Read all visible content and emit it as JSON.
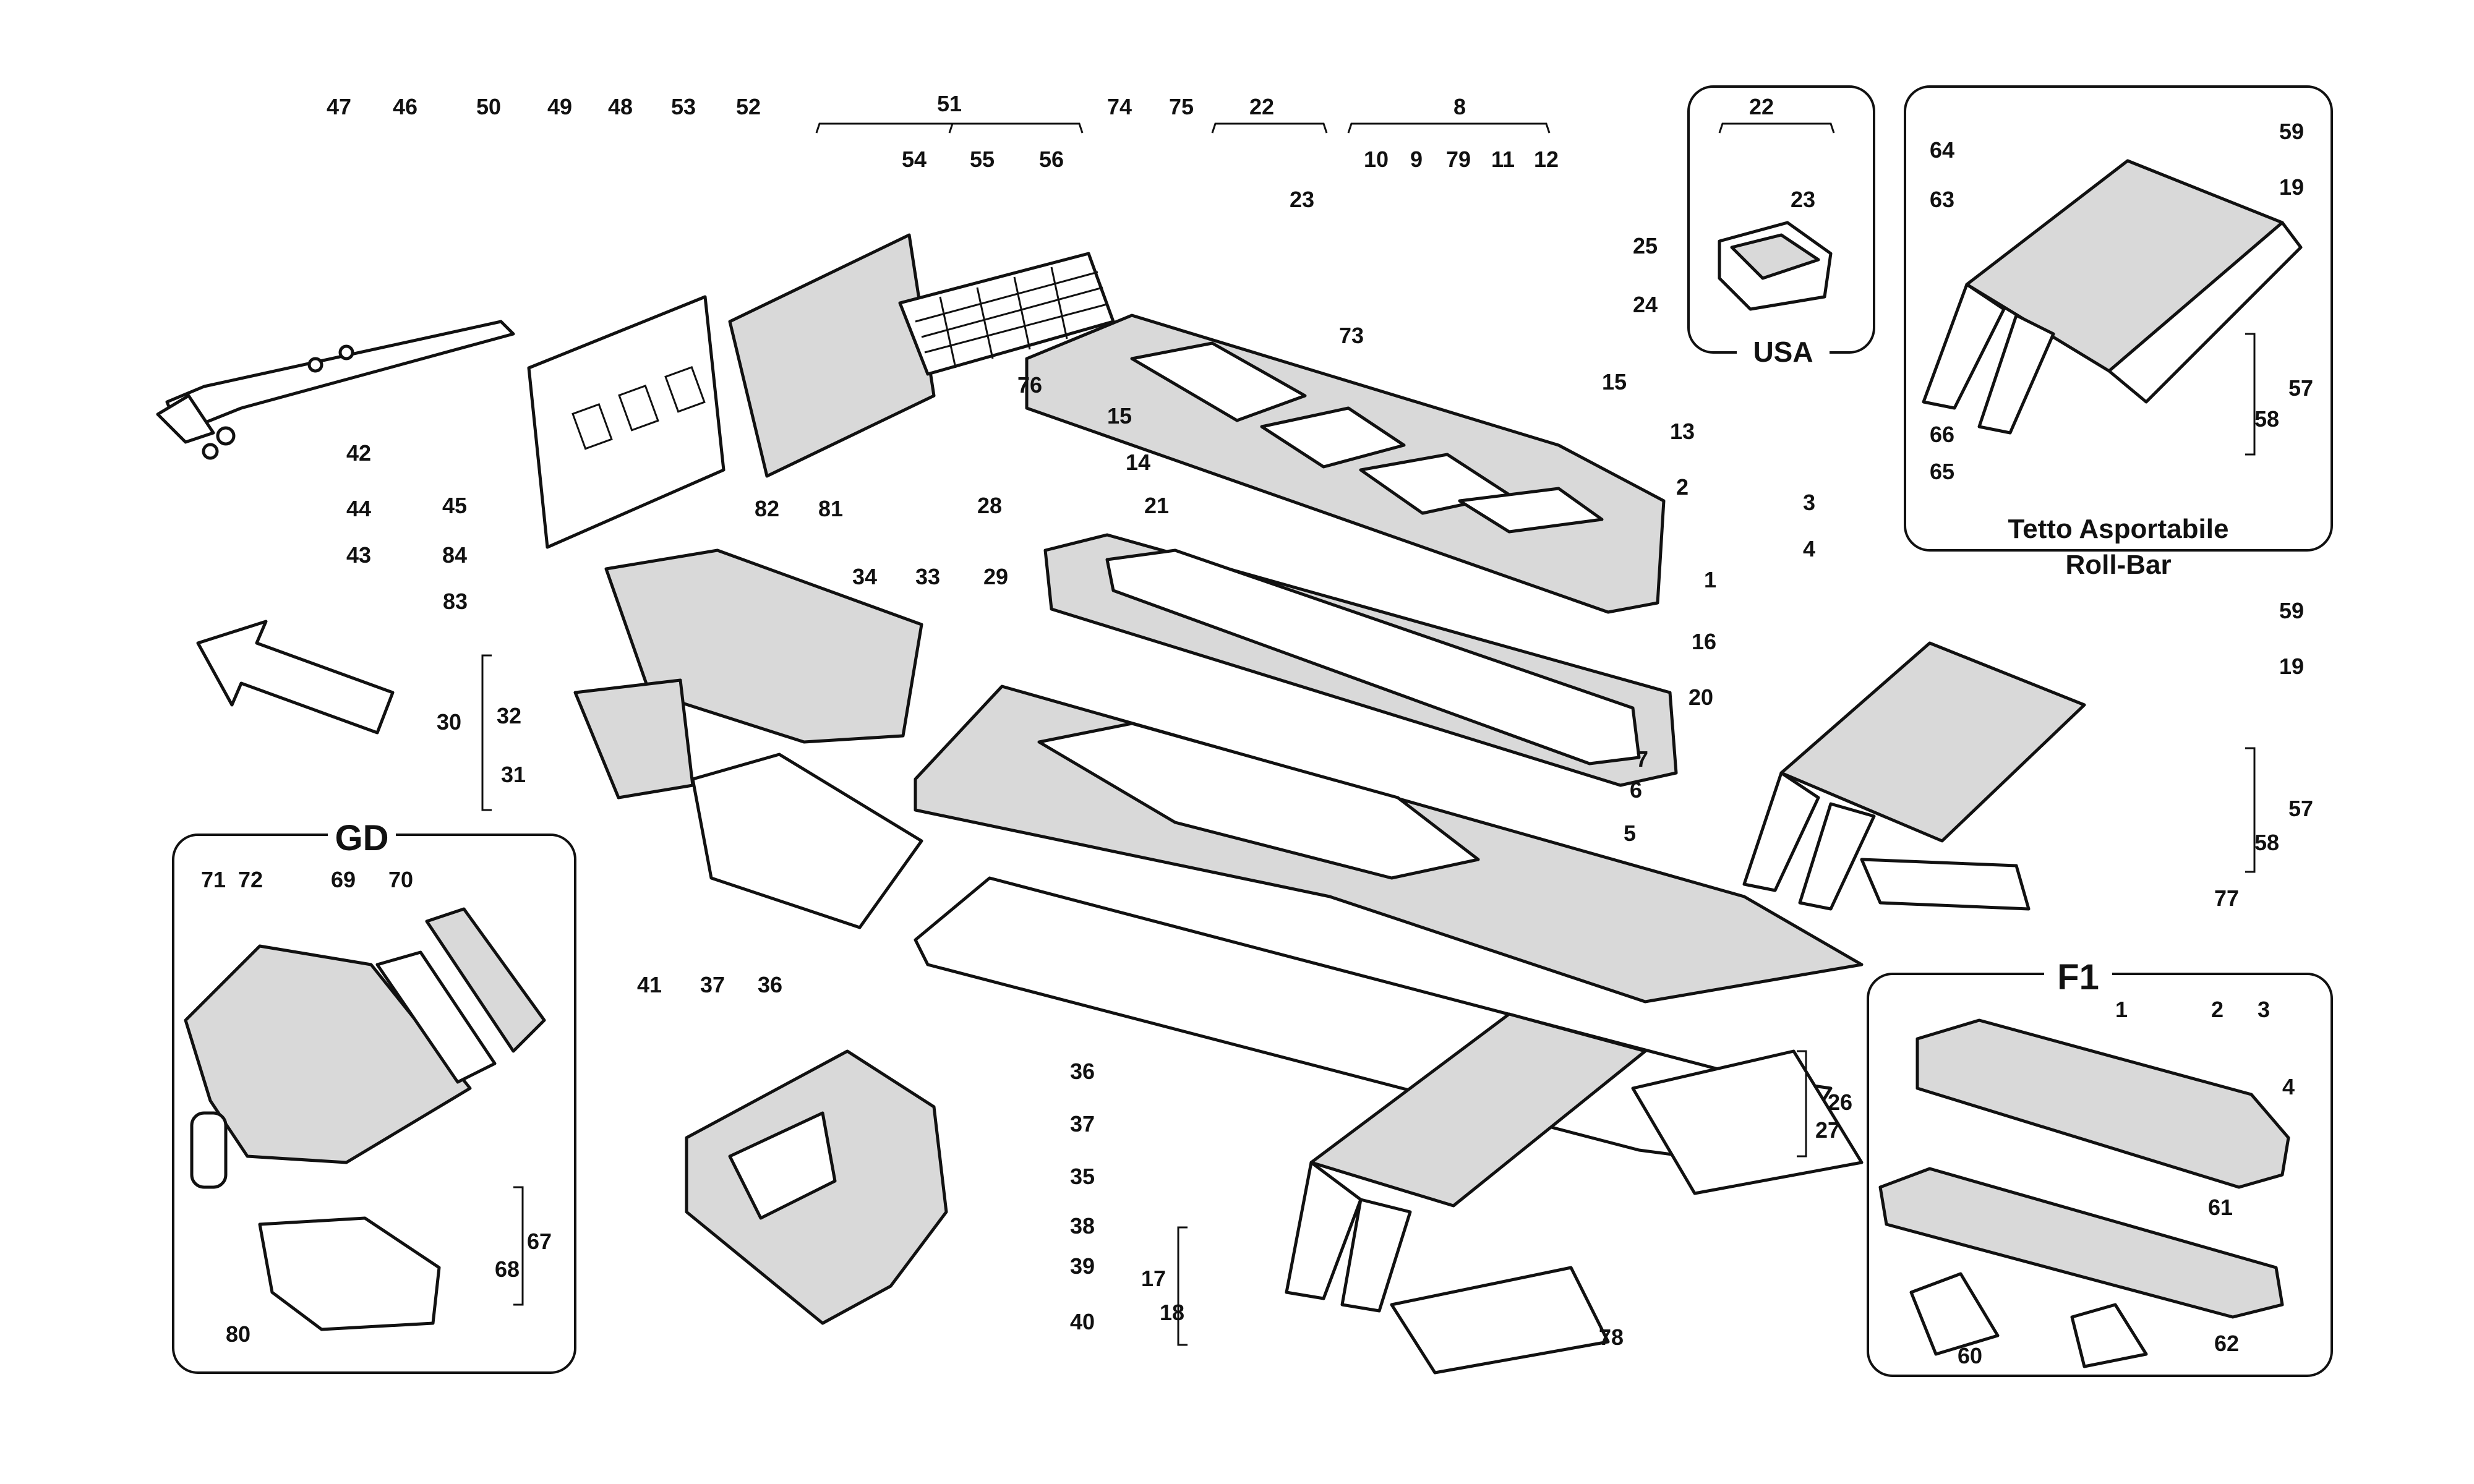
{
  "labels": {
    "top": [
      "47",
      "46",
      "50",
      "49",
      "48",
      "53",
      "52",
      "51",
      "54",
      "55",
      "56",
      "74",
      "75",
      "22",
      "23",
      "8",
      "10",
      "9",
      "79",
      "11",
      "12",
      "25",
      "24",
      "73",
      "76",
      "15",
      "15",
      "13",
      "14",
      "2",
      "21",
      "3",
      "4",
      "1",
      "16",
      "20",
      "7",
      "6",
      "5",
      "28",
      "29",
      "42",
      "44",
      "43",
      "45",
      "84",
      "82",
      "81",
      "83",
      "34",
      "33",
      "30",
      "32",
      "31"
    ],
    "usa": [
      "22",
      "23"
    ],
    "roll": [
      "59",
      "64",
      "19",
      "63",
      "57",
      "66",
      "58",
      "65"
    ],
    "roll2": [
      "59",
      "19",
      "57",
      "58",
      "77"
    ],
    "gd": [
      "71",
      "72",
      "69",
      "70",
      "67",
      "68",
      "80"
    ],
    "bottom": [
      "41",
      "37",
      "36",
      "36",
      "37",
      "35",
      "38",
      "39",
      "40",
      "26",
      "27",
      "17",
      "18",
      "78"
    ],
    "f1": [
      "1",
      "2",
      "3",
      "4",
      "61",
      "60",
      "62"
    ]
  },
  "insets": {
    "usa": "USA",
    "tetto_line1": "Tetto Asportabile",
    "tetto_line2": "Roll-Bar",
    "gd": "GD",
    "f1": "F1"
  },
  "direction_arrow": "front-direction-arrow"
}
